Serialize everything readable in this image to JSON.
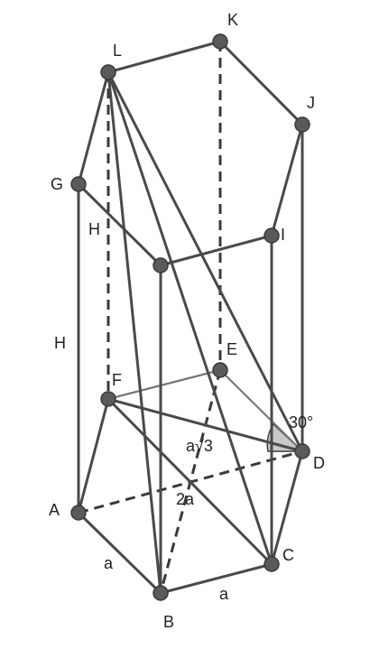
{
  "diagram": {
    "vertices": {
      "A": "A",
      "B": "B",
      "C": "C",
      "D": "D",
      "E": "E",
      "F": "F",
      "G": "G",
      "I": "I",
      "J": "J",
      "K": "K",
      "L": "L"
    },
    "side_labels": {
      "AB": "a",
      "BC": "a",
      "FD": "a√3",
      "AD": "2a",
      "edge_H": "H",
      "diag_H": "H"
    },
    "angle_label": "30°",
    "colors": {
      "edge": "#4a4a4a",
      "point": "#5a5a5a",
      "angle_fill": "#c8c8c8"
    }
  }
}
